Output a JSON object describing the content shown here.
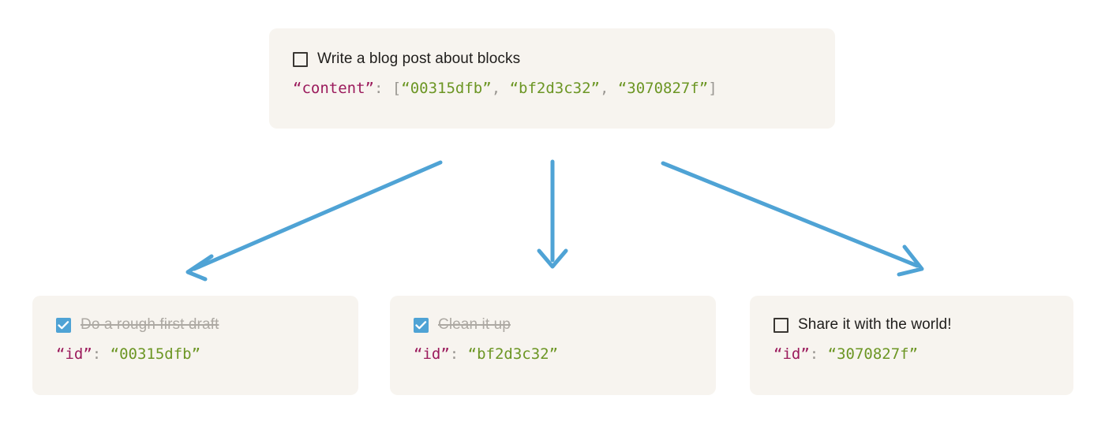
{
  "diagram": {
    "title_card": {
      "checkbox": {
        "state": "unchecked",
        "icon": "checkbox-empty-icon"
      },
      "todo_label": "Write a blog post about blocks",
      "code": {
        "key": "“content”",
        "colon": ":",
        "open_bracket": " [",
        "values": [
          "“00315dfb”",
          "“bf2d3c32”",
          "“3070827f”"
        ],
        "separator": ", ",
        "close_bracket": "]"
      }
    },
    "children": [
      {
        "checkbox": {
          "state": "checked",
          "icon": "checkbox-checked-icon"
        },
        "todo_label": "Do a rough first draft",
        "done": true,
        "code": {
          "key": "“id”",
          "colon": ":",
          "space": " ",
          "value": "“00315dfb”"
        }
      },
      {
        "checkbox": {
          "state": "checked",
          "icon": "checkbox-checked-icon"
        },
        "todo_label": "Clean it up",
        "done": true,
        "code": {
          "key": "“id”",
          "colon": ":",
          "space": " ",
          "value": "“bf2d3c32”"
        }
      },
      {
        "checkbox": {
          "state": "unchecked",
          "icon": "checkbox-empty-icon"
        },
        "todo_label": "Share it with the world!",
        "done": false,
        "code": {
          "key": "“id”",
          "colon": ":",
          "space": " ",
          "value": "“3070827f”"
        }
      }
    ],
    "arrows": [
      {
        "name": "arrow-to-left-child",
        "direction": "down-left"
      },
      {
        "name": "arrow-to-middle-child",
        "direction": "down"
      },
      {
        "name": "arrow-to-right-child",
        "direction": "down-right"
      }
    ],
    "colors": {
      "card_background": "#F7F4EF",
      "arrow": "#4FA3D5",
      "checkbox_checked": "#4FA3D5",
      "text": "#1F1D1B",
      "text_done": "#ADA9A3",
      "code_key": "#9B1A5C",
      "code_string": "#6C9624",
      "code_punct": "#9A9792"
    }
  }
}
